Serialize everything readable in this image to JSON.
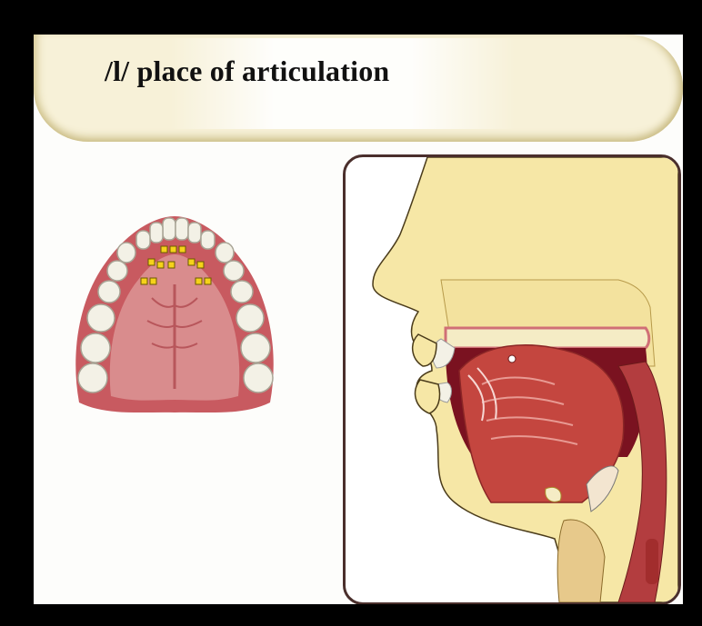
{
  "slide": {
    "title": "/l/ place of articulation"
  },
  "colors": {
    "background_frame": "#000000",
    "slide_background": "#fdfdfb",
    "banner": "#f7f1d8",
    "gum": "#c85a60",
    "palate": "#d27b7f",
    "tooth": "#f3f1e6",
    "marker": "#f5d21a",
    "skin": "#f6e7a6",
    "tongue": "#c4463f"
  },
  "figures": [
    {
      "name": "upper-palate-illustration",
      "markers_count": 12
    },
    {
      "name": "sagittal-head-section-illustration"
    }
  ]
}
